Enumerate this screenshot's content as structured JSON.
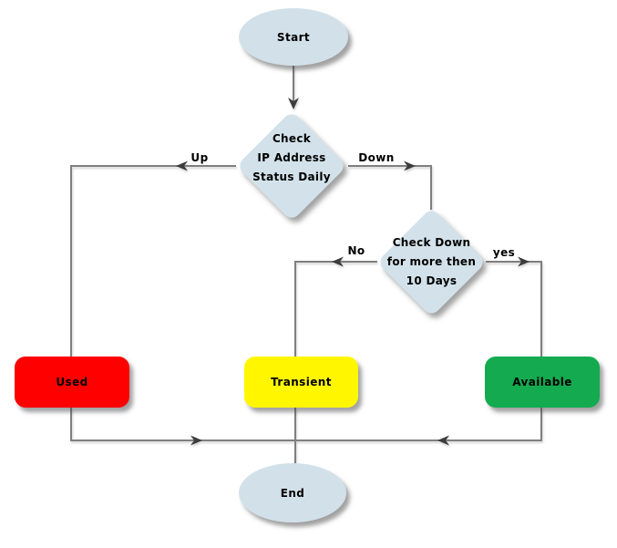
{
  "diagram": {
    "type": "flowchart",
    "nodes": {
      "start": {
        "label": "Start",
        "shape": "ellipse",
        "fill": "#d2e1e9"
      },
      "decision1": {
        "lines": [
          "Check",
          "IP Address",
          "Status Daily"
        ],
        "shape": "diamond",
        "fill": "#d3e2ea"
      },
      "decision2": {
        "lines": [
          "Check Down",
          "for more then",
          "10 Days"
        ],
        "shape": "diamond",
        "fill": "#d3e2ea"
      },
      "used": {
        "label": "Used",
        "shape": "rounded-rect",
        "fill": "#fe0000"
      },
      "transient": {
        "label": "Transient",
        "shape": "rounded-rect",
        "fill": "#fff600"
      },
      "available": {
        "label": "Available",
        "shape": "rounded-rect",
        "fill": "#14ab50"
      },
      "end": {
        "label": "End",
        "shape": "ellipse",
        "fill": "#d2e1e9"
      }
    },
    "edge_labels": {
      "up": "Up",
      "down": "Down",
      "no": "No",
      "yes": "yes"
    },
    "colors": {
      "line": "#7f7f7f",
      "arrow": "#3c3c3c",
      "text": "#000000",
      "background": "#ffffff"
    }
  }
}
